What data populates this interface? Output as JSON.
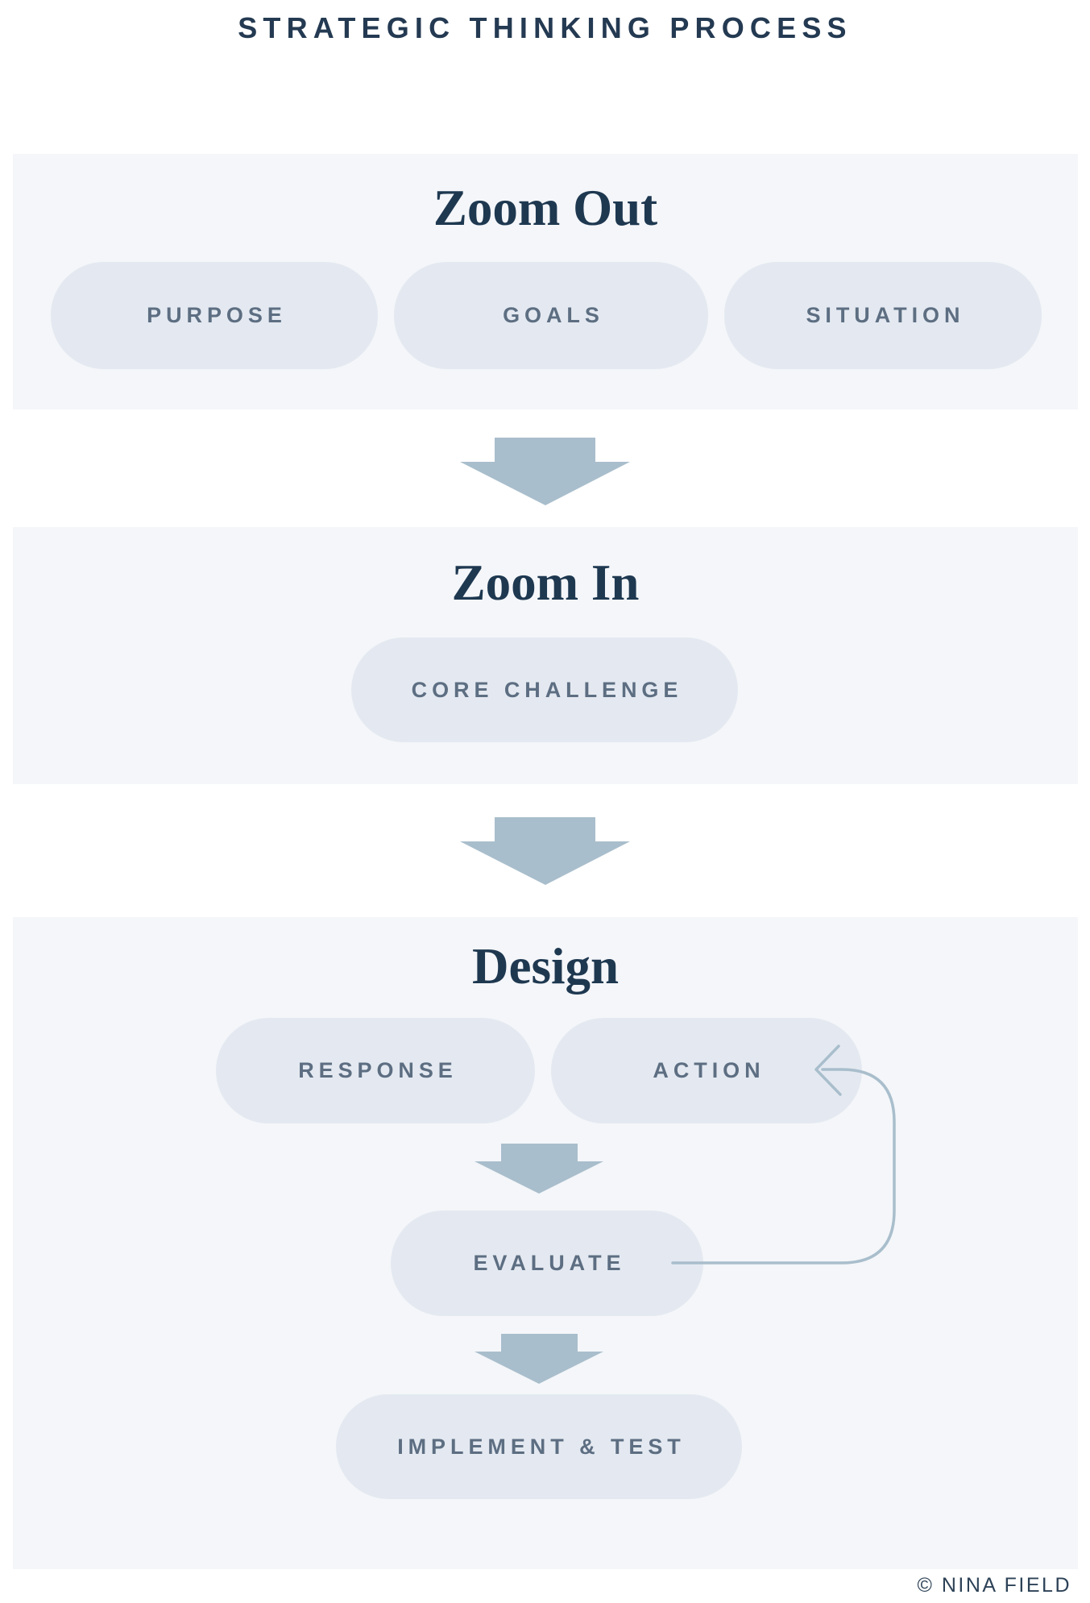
{
  "header": {
    "title": "STRATEGIC THINKING PROCESS"
  },
  "sections": {
    "zoom_out": {
      "title": "Zoom Out",
      "pills": [
        "PURPOSE",
        "GOALS",
        "SITUATION"
      ]
    },
    "zoom_in": {
      "title": "Zoom In",
      "pills": [
        "CORE CHALLENGE"
      ]
    },
    "design": {
      "title": "Design",
      "pills": [
        "RESPONSE",
        "ACTION",
        "EVALUATE",
        "IMPLEMENT & TEST"
      ],
      "feedback_loop": "EVALUATE to ACTION"
    }
  },
  "icons": {
    "down_arrow": "down-arrow-icon",
    "feedback_arrow": "feedback-arrow-icon"
  },
  "footer": {
    "copyright": "© NINA FIELD"
  },
  "colors": {
    "page_bg": "#ffffff",
    "section_bg": "#f4f6f9",
    "pill_bg": "#e4e9f1",
    "arrow": "#a9becc",
    "section_title": "#1e3850",
    "header_title": "#243a52",
    "pill_label": "#5d6e82",
    "footer_text": "#2d4257"
  }
}
